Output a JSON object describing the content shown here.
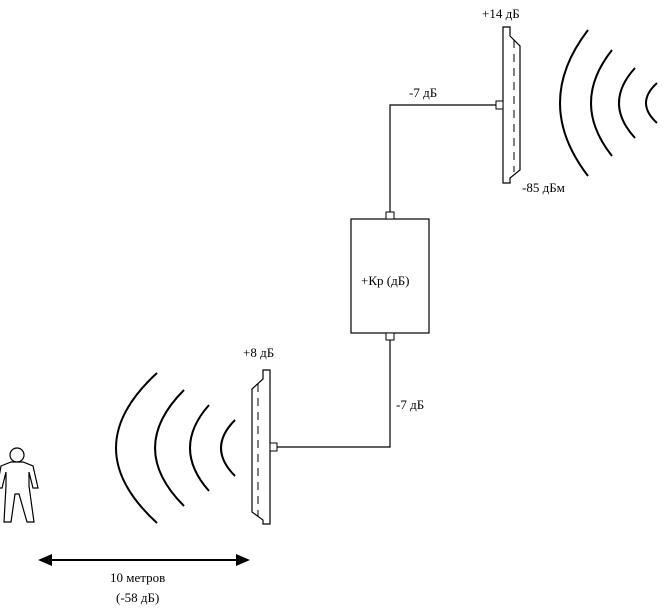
{
  "diagram": {
    "labels": {
      "outdoor_antenna_gain": "+14 дБ",
      "upper_cable_loss": "-7 дБ",
      "input_signal": "-85 дБм",
      "amplifier_gain": "+Кр (дБ)",
      "indoor_antenna_gain": "+8 дБ",
      "lower_cable_loss": "-7 дБ",
      "distance": "10 метров",
      "distance_loss": "(-58 дБ)"
    },
    "icons": {
      "person": "person-icon",
      "outdoor_antenna": "panel-antenna-icon",
      "indoor_antenna": "panel-antenna-icon",
      "amplifier": "amplifier-box",
      "waves": "radio-waves-icon",
      "distance": "double-arrow-icon"
    },
    "colors": {
      "line": "#000000",
      "background": "#ffffff"
    }
  }
}
